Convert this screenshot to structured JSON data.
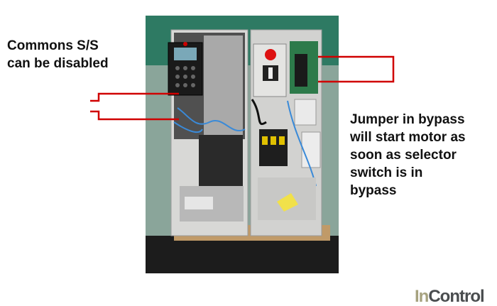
{
  "captions": {
    "left": [
      "Commons S/S",
      "can be disabled"
    ],
    "right": [
      "Jumper in bypass",
      "will start motor as",
      "soon as selector",
      "switch is in",
      "bypass"
    ]
  },
  "logo": {
    "part1": "In",
    "part2": "Control"
  },
  "colors": {
    "callout_line": "#d00000",
    "logo_in": "#a6a27f",
    "logo_control": "#4a4d4f"
  }
}
